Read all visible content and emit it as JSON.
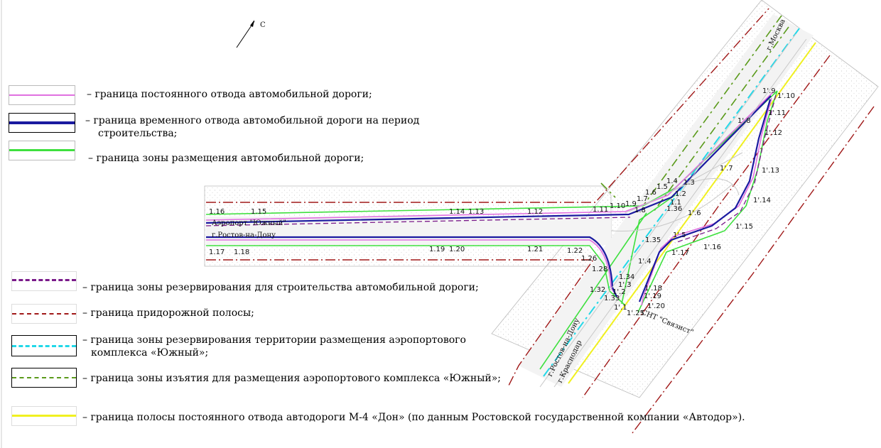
{
  "north_arrow": {
    "label": "С"
  },
  "legend_top": [
    {
      "id": "permanent-allotment",
      "text": "– граница постоянного отвода автомобильной дороги;",
      "color": "#e070e0"
    },
    {
      "id": "temporary-allotment",
      "text": "–  граница временного отвода автомобильной дороги на период",
      "text2": "строительства;",
      "color": "#1a1aa0"
    },
    {
      "id": "road-zone",
      "text": "– граница зоны размещения  автомобильной дороги;",
      "color": "#3ee03e"
    }
  ],
  "legend_bottom": [
    {
      "id": "reservation-zone",
      "text": "– граница зоны резервирования для строительства автомобильной дороги;",
      "color": "#7a1a8a"
    },
    {
      "id": "roadside-strip",
      "text": "– граница придорожной полосы;",
      "color": "#a01818"
    },
    {
      "id": "airport-reservation",
      "text": "– граница зоны резервирования территории размещения аэропортового",
      "text2": "комплекса «Южный»;",
      "color": "#22d8e8"
    },
    {
      "id": "airport-withdrawal",
      "text": "– граница зоны изъятия для размещения аэропортового комплекса «Южный»;",
      "color": "#5a9a1a"
    },
    {
      "id": "m4-allotment",
      "text": "– граница полосы постоянного отвода автодороги М-4 «Дон»  (по данным Ростовской государственной компании «Автодор»).",
      "color": "#f0f020"
    }
  ],
  "places": {
    "airport": "Аэропорт \"Южный\"",
    "rostov_left": "г.Ростов-на-Дону",
    "moscow": "г.Москва",
    "rostov_bottom": "г.Ростов-на-Дону",
    "krasnodar": "г.Краснодар",
    "snt": "СНТ \"Связист\""
  },
  "point_labels": [
    "1.16",
    "1.15",
    "1.14",
    "1.13",
    "1.12",
    "1.11",
    "1.10",
    "1.9",
    "1.8",
    "1.7",
    "1.6",
    "1.5",
    "1.4",
    "1.3",
    "1.2",
    "1.1",
    "1.36",
    "1.17",
    "1.18",
    "1.19",
    "1.20",
    "1.21",
    "1.22",
    "1.26",
    "1.28",
    "1.32",
    "1.33",
    "1.34",
    "1.35",
    "1'.9",
    "1'.10",
    "1'.8",
    "1'.11",
    "1'.12",
    "1'.7",
    "1'.13",
    "1'.14",
    "1'.6",
    "1'.15",
    "1'.16",
    "1'.5",
    "1'.17",
    "1'.4",
    "1'.3",
    "1'.2",
    "1'.1",
    "1'.18",
    "1'.19",
    "1'.20",
    "1'.25"
  ]
}
